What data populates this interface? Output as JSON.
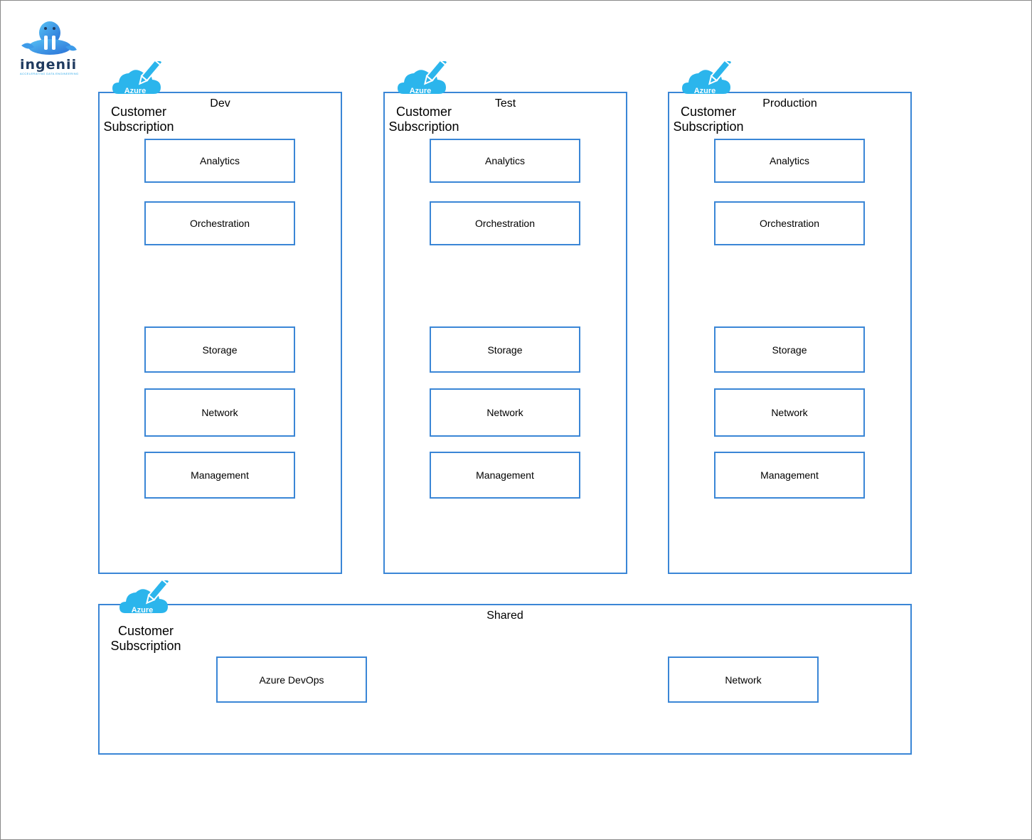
{
  "brand": {
    "name": "ingenii",
    "tagline": "ACCELERATING DATA ENGINEERING",
    "colors": {
      "dark": "#1f3a5f",
      "light": "#29a6e8"
    }
  },
  "badge": {
    "text": "Azure",
    "icon": "azure-cloud-pencil-icon",
    "color": "#2bb5ec"
  },
  "subscription_label_line1": "Customer",
  "subscription_label_line2": "Subscription",
  "accent_color": "#3a86d6",
  "environments": [
    {
      "title": "Dev",
      "services": [
        "Analytics",
        "Orchestration",
        "Storage",
        "Network",
        "Management"
      ]
    },
    {
      "title": "Test",
      "services": [
        "Analytics",
        "Orchestration",
        "Storage",
        "Network",
        "Management"
      ]
    },
    {
      "title": "Production",
      "services": [
        "Analytics",
        "Orchestration",
        "Storage",
        "Network",
        "Management"
      ]
    }
  ],
  "shared": {
    "title": "Shared",
    "services": [
      "Azure DevOps",
      "Network"
    ]
  }
}
